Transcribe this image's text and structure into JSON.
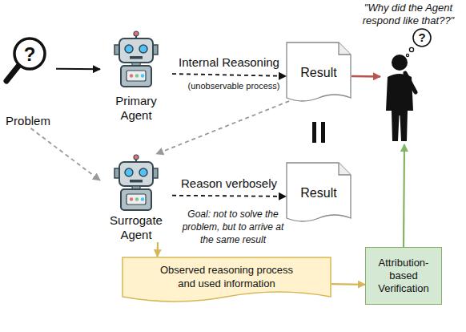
{
  "diagram": {
    "nodes": [
      {
        "text": [
          "Problem"
        ]
      },
      {
        "text": [
          "Primary Agent"
        ]
      },
      {
        "text": [
          "Result"
        ]
      },
      {
        "text": [
          "\"Why did the Agent respond like that??\""
        ]
      },
      {
        "text": [
          "Surrogate Agent"
        ]
      },
      {
        "text": [
          "Result"
        ]
      },
      {
        "text": [
          "Observed reasoning process and used information"
        ]
      },
      {
        "text": [
          "Attribution-based Verification"
        ]
      }
    ],
    "edges": [
      {
        "from": 0,
        "to": 1,
        "arrow": "to"
      },
      {
        "from": 1,
        "to": 2,
        "arrow": "to",
        "label": "Internal Reasoning"
      },
      {
        "from": 2,
        "to": 3,
        "arrow": "to"
      },
      {
        "from": 0,
        "to": 4,
        "arrow": "to"
      },
      {
        "from": 2,
        "to": 4,
        "arrow": "to"
      },
      {
        "from": 4,
        "to": 5,
        "arrow": "to",
        "label": "Reason verbosely"
      },
      {
        "from": 4,
        "to": 6,
        "arrow": "to"
      },
      {
        "from": 6,
        "to": 7,
        "arrow": "to"
      },
      {
        "from": 7,
        "to": 3,
        "arrow": "to"
      }
    ],
    "labels": [
      "(unobservable process)",
      "Goal: not to solve the problem, but to arrive at the same result",
      "?",
      "?"
    ]
  }
}
